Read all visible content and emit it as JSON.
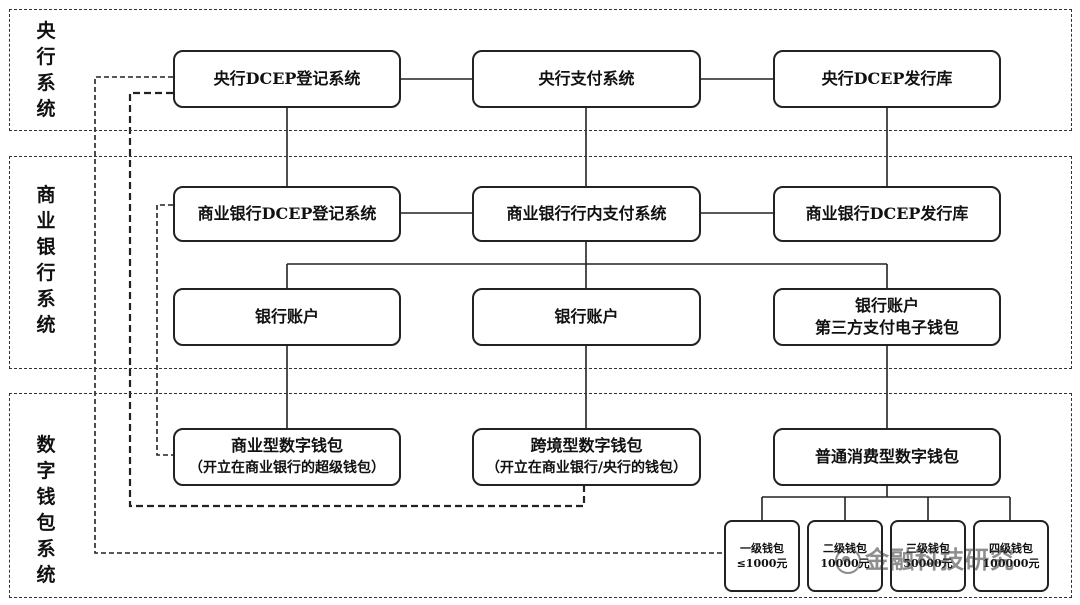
{
  "zones": {
    "central": "央行系统",
    "commercial": "商业银行系统",
    "wallet": "数字钱包系统"
  },
  "nodes": {
    "central_registry": "央行DCEP登记系统",
    "central_payment": "央行支付系统",
    "central_issuance": "央行DCEP发行库",
    "bank_registry": "商业银行DCEP登记系统",
    "bank_payment": "商业银行行内支付系统",
    "bank_issuance": "商业银行DCEP发行库",
    "account_1": "银行账户",
    "account_2": "银行账户",
    "account_3_line1": "银行账户",
    "account_3_line2": "第三方支付电子钱包",
    "wallet_commercial": "商业型数字钱包",
    "wallet_commercial_note": "（开立在商业银行的超级钱包）",
    "wallet_crossborder": "跨境型数字钱包",
    "wallet_crossborder_note": "（开立在商业银行/央行的钱包）",
    "wallet_consumer": "普通消费型数字钱包",
    "tier1_name": "一级钱包",
    "tier1_limit": "≤1000元",
    "tier2_name": "二级钱包",
    "tier2_limit": "10000元",
    "tier3_name": "三级钱包",
    "tier3_limit": "50000元",
    "tier4_name": "四级钱包",
    "tier4_limit": "100000元"
  },
  "watermark": "金融科技研究"
}
